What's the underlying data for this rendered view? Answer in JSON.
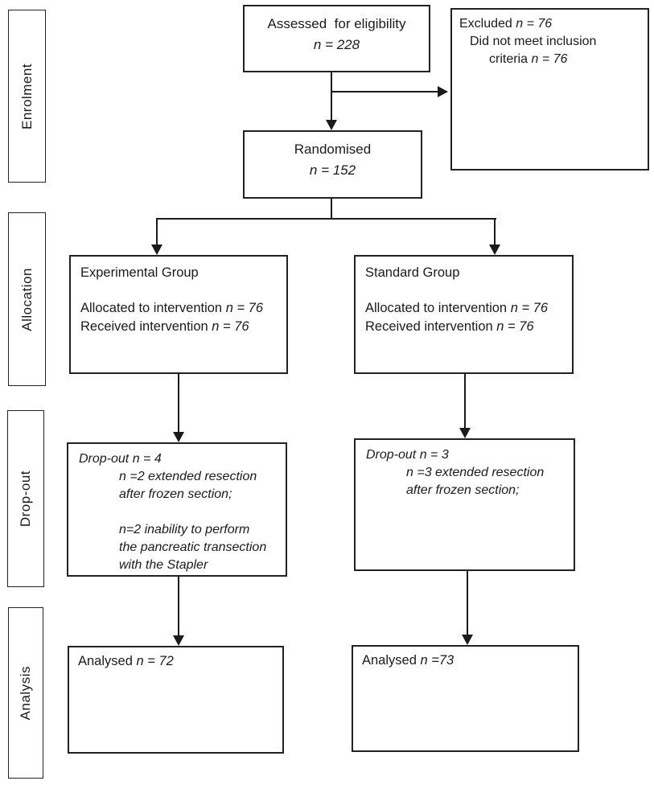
{
  "diagram": {
    "stage_labels": [
      "Enrolment",
      "Allocation",
      "Drop-out",
      "Analysis"
    ]
  },
  "boxes": {
    "assessed": {
      "line1": "Assessed  for eligibility",
      "n": "n = 228"
    },
    "excluded": {
      "label": "Excluded ",
      "n": "n = 76",
      "reason_line1": "Did not meet inclusion",
      "reason_line2_label": "criteria ",
      "reason_line2_n": "n = 76"
    },
    "randomised": {
      "line1": "Randomised",
      "n": "n = 152"
    },
    "experimental": {
      "title": "Experimental Group",
      "allocated_label": "Allocated to intervention ",
      "allocated_n": "n = 76",
      "received_label": "Received intervention ",
      "received_n": "n = 76"
    },
    "standard": {
      "title": "Standard Group",
      "allocated_label": "Allocated to intervention ",
      "allocated_n": "n = 76",
      "received_label": "Received intervention ",
      "received_n": "n = 76"
    },
    "dropout_experimental": {
      "header": "Drop-out n = 4",
      "lines": [
        "n =2 extended resection",
        "after frozen section;",
        "",
        "n=2 inability to perform",
        "the pancreatic transection",
        "with the Stapler"
      ]
    },
    "dropout_standard": {
      "header": "Drop-out n = 3",
      "lines": [
        "n =3 extended resection",
        "after frozen section;"
      ]
    },
    "analysed_experimental": {
      "label": "Analysed ",
      "n": "n = 72"
    },
    "analysed_standard": {
      "label": "Analysed ",
      "n": "n =73"
    }
  },
  "colors": {
    "background": "#ffffff",
    "line": "#1b1b1b",
    "text": "#1b1b1b"
  }
}
